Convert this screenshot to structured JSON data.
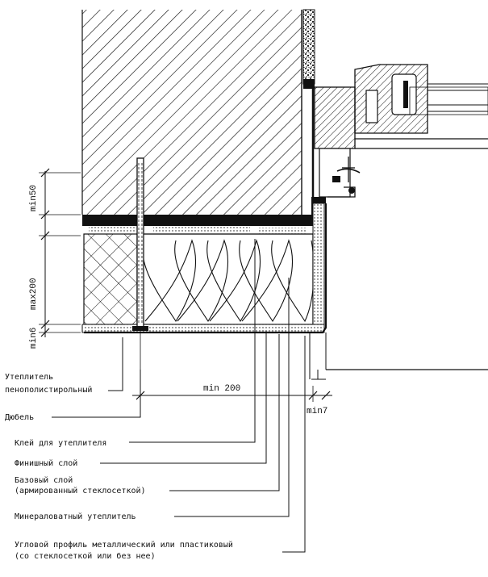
{
  "dimensions": {
    "min50": "min50",
    "max200": "max200",
    "min6": "min6",
    "min200": "min 200",
    "min7": "min7"
  },
  "labels": {
    "insulation_eps_line1": "Утеплитель",
    "insulation_eps_line2": "пенополистирольный",
    "dowel": "Дюбель",
    "adhesive": "Клей для утеплителя",
    "finish_layer": "Финишный слой",
    "base_layer_line1": "Базовый слой",
    "base_layer_line2": "(армированный стеклосеткой)",
    "mineral_wool": "Минераловатный утеплитель",
    "corner_profile_line1": "Угловой профиль металлический или пластиковый",
    "corner_profile_line2": "(со стеклосеткой или без нее)"
  },
  "colors": {
    "ink": "#111111",
    "paper": "#ffffff"
  }
}
